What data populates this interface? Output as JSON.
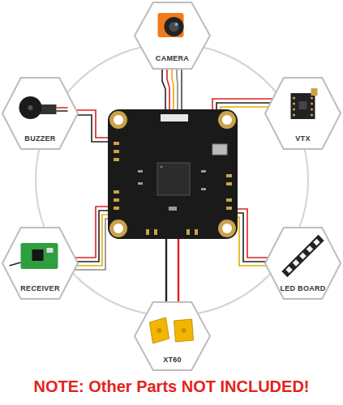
{
  "diagram": {
    "nodes": [
      {
        "text": [
          "CAMERA"
        ]
      },
      {
        "text": [
          "BUZZER"
        ]
      },
      {
        "text": [
          "VTX"
        ]
      },
      {
        "text": [
          "RECEIVER"
        ]
      },
      {
        "text": [
          "LED BOARD"
        ]
      },
      {
        "text": [
          "XT60"
        ]
      }
    ],
    "labels": [
      "NOTE: Other Parts NOT INCLUDED!"
    ]
  }
}
